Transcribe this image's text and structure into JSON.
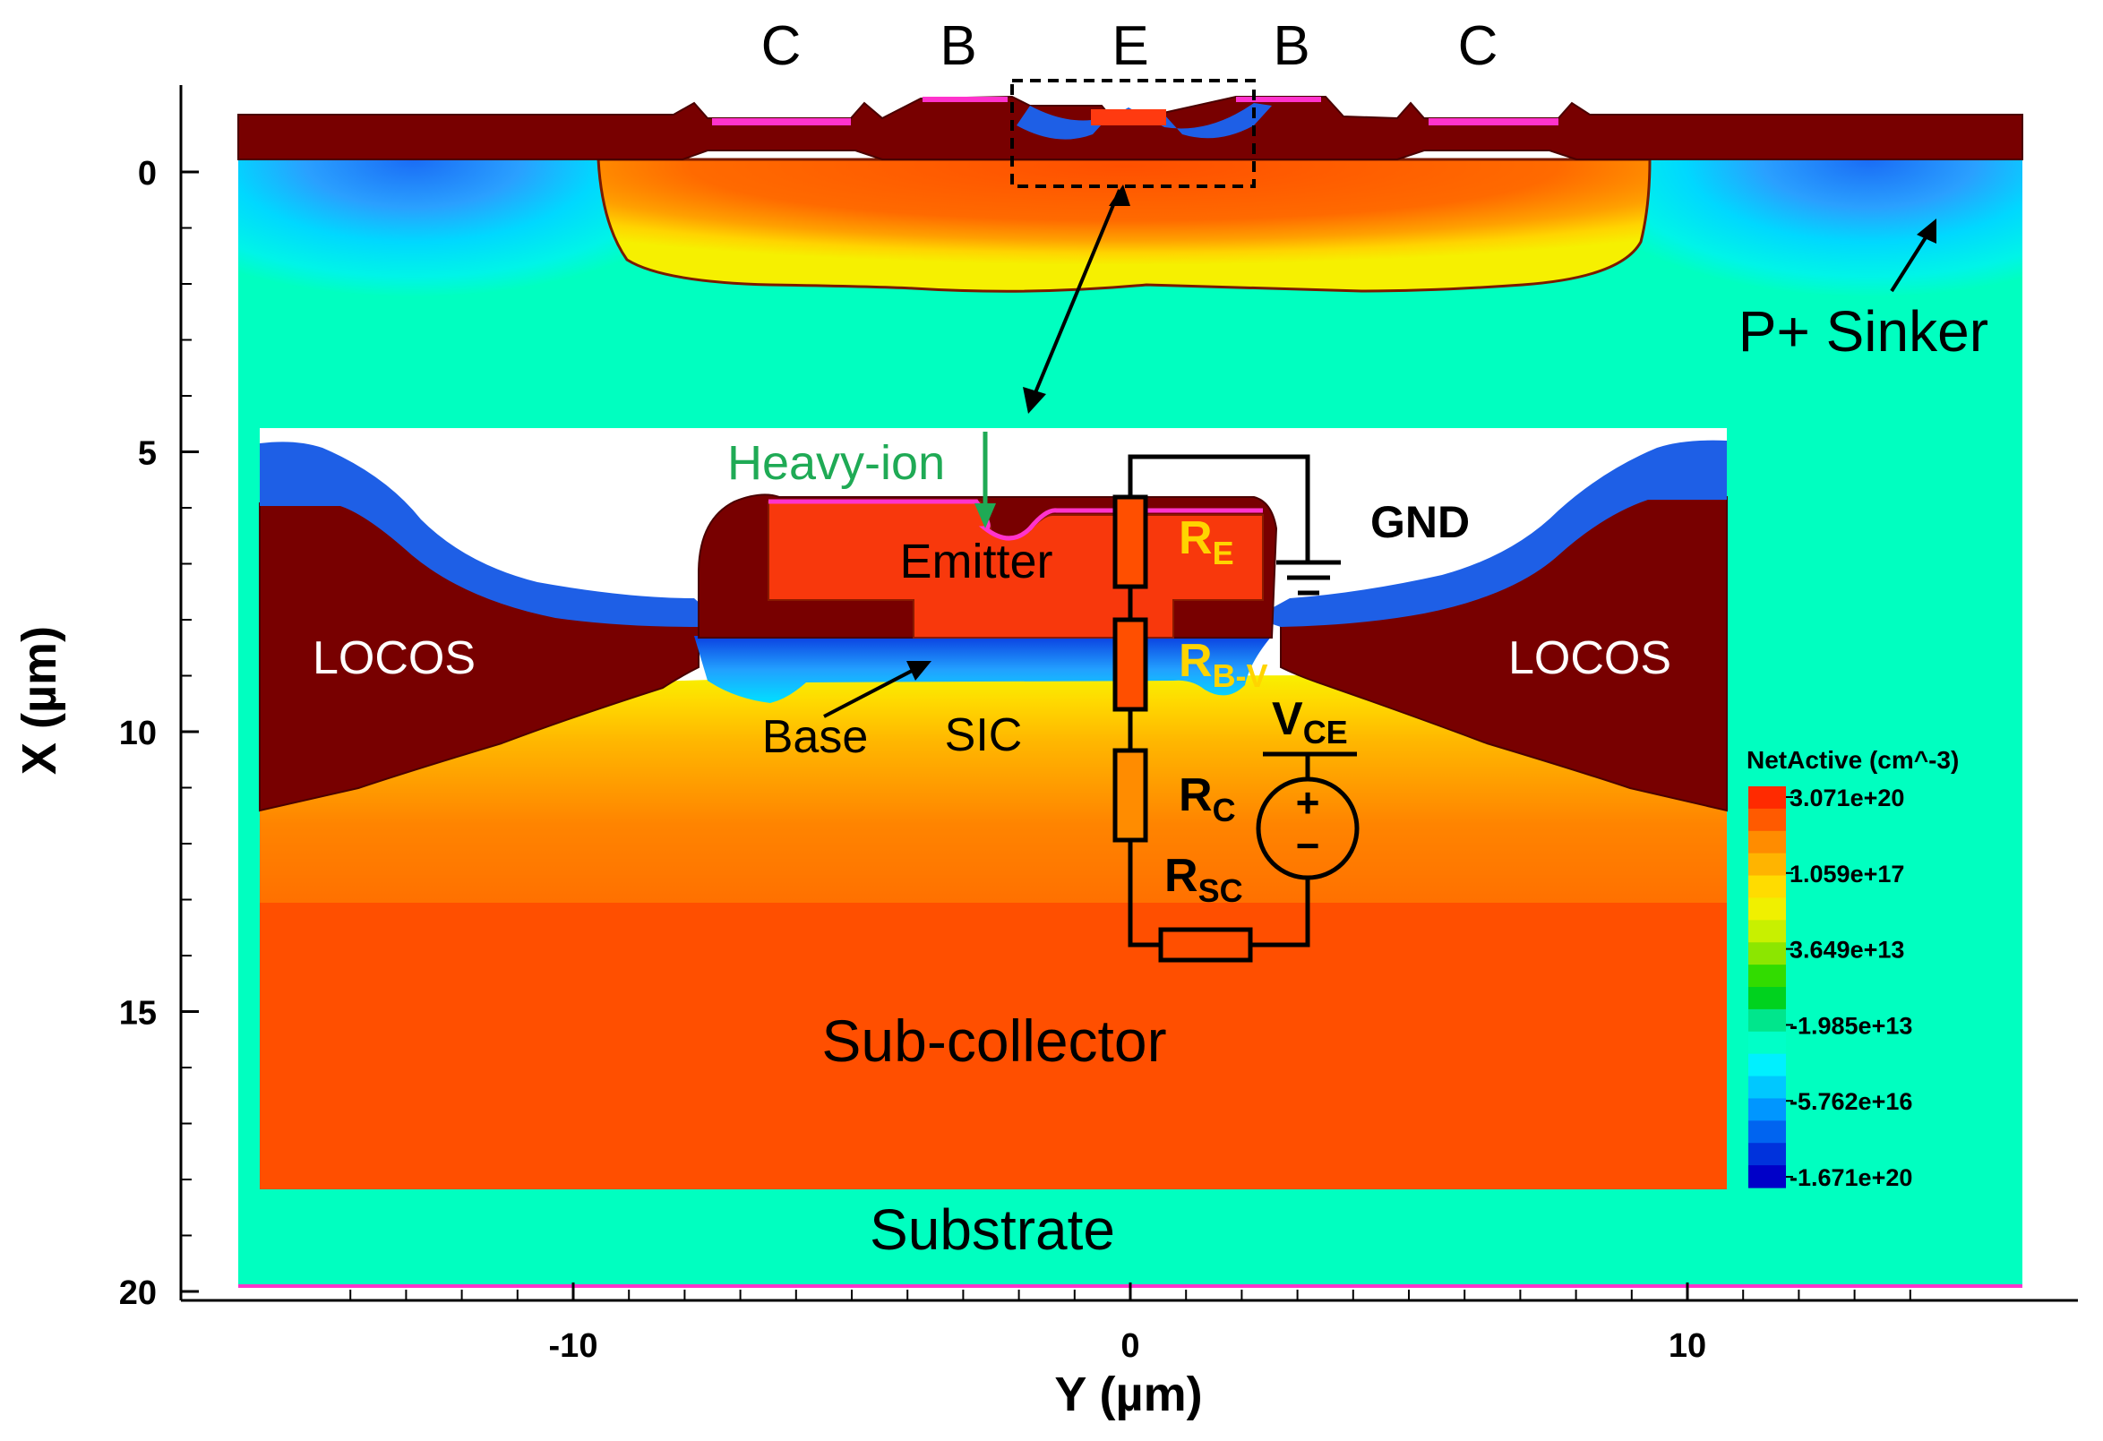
{
  "axes": {
    "x_label": "Y (µm)",
    "y_label": "X (µm)",
    "x_ticks": [
      "-10",
      "0",
      "10"
    ],
    "y_ticks": [
      "0",
      "5",
      "10",
      "15",
      "20"
    ]
  },
  "terminals": {
    "c_left": "C",
    "b_left": "B",
    "e": "E",
    "b_right": "B",
    "c_right": "C"
  },
  "labels": {
    "p_sinker": "P+ Sinker",
    "substrate": "Substrate",
    "sub_collector": "Sub-collector",
    "locos_left": "LOCOS",
    "locos_right": "LOCOS",
    "emitter": "Emitter",
    "base": "Base",
    "sic": "SIC",
    "heavy_ion": "Heavy-ion"
  },
  "circuit": {
    "gnd": "GND",
    "re_main": "R",
    "re_sub": "E",
    "rbv_main": "R",
    "rbv_sub": "B-V",
    "rc_main": "R",
    "rc_sub": "C",
    "rsc_main": "R",
    "rsc_sub": "SC",
    "vce_main": "V",
    "vce_sub": "CE",
    "plus": "+",
    "minus": "−"
  },
  "legend": {
    "title": "NetActive (cm^-3)",
    "values": [
      "3.071e+20",
      "1.059e+17",
      "3.649e+13",
      "-1.985e+13",
      "-5.762e+16",
      "-1.671e+20"
    ],
    "colors": [
      "#ff2a00",
      "#ff5a00",
      "#ff8c00",
      "#ffb400",
      "#ffdc00",
      "#f0f000",
      "#c8f000",
      "#8ce600",
      "#32dc00",
      "#00d21e",
      "#00e68c",
      "#00ffc8",
      "#00f0ff",
      "#00c8ff",
      "#0096ff",
      "#0064f0",
      "#0032dc",
      "#0000c8"
    ]
  },
  "colors": {
    "substrate": "#00ffc0",
    "oxide": "#780000",
    "subcollector": "#ff4f00",
    "heavy_ion": "#1faa55",
    "circuit_yellow": "#ffd400"
  }
}
